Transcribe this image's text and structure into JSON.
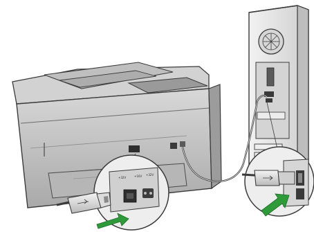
{
  "illustration": {
    "kind": "usb-cable-connection-diagram",
    "printer_port_labels": [
      "+32V",
      "+16V",
      "+32V"
    ],
    "colors": {
      "arrow": "#2f9a3a",
      "printer_body": "#c9c9c9",
      "computer_body": "#e6e6e6",
      "outline": "#3a3a3a",
      "callout_fill": "#eeeeee"
    }
  }
}
